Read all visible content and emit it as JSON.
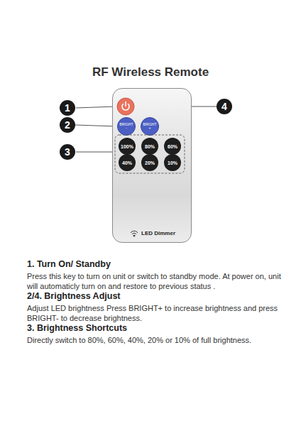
{
  "diagram": {
    "title": "RF Wireless Remote",
    "nodes": [
      {
        "text": [
          "1"
        ]
      },
      {
        "text": [
          "4"
        ]
      },
      {
        "text": [
          "2"
        ]
      },
      {
        "text": [
          "3"
        ]
      },
      {
        "text": [
          "LED Dimmer"
        ]
      },
      {
        "text": [
          "BRIGHT -"
        ],
        "in": 4
      },
      {
        "text": [
          "BRIGHT +"
        ],
        "in": 4
      },
      {
        "text": [
          "100%"
        ],
        "in": 4
      },
      {
        "text": [
          "80%"
        ],
        "in": 4
      },
      {
        "text": [
          "60%"
        ],
        "in": 4
      },
      {
        "text": [
          "40%"
        ],
        "in": 4
      },
      {
        "text": [
          "20%"
        ],
        "in": 4
      },
      {
        "text": [
          "10%"
        ],
        "in": 4
      }
    ],
    "edges": [
      {
        "from": 2,
        "to": 5,
        "arrow": "none"
      },
      {
        "from": 1,
        "to": 6,
        "arrow": "none"
      }
    ],
    "labels": [
      "1. Turn On/ Standby",
      "Press this key to turn on unit or switch to standby mode. At power on, unit will automaticly turn on and restore to previous status .",
      "2/4. Brightness Adjust",
      "Adjust LED brightness Press BRIGHT+ to increase brightness and press BRIGHT- to decrease brightness.",
      "3. Brightness Shortcuts",
      "Directly switch to 80%, 60%, 40%, 20% or 10% of full brightness."
    ]
  }
}
